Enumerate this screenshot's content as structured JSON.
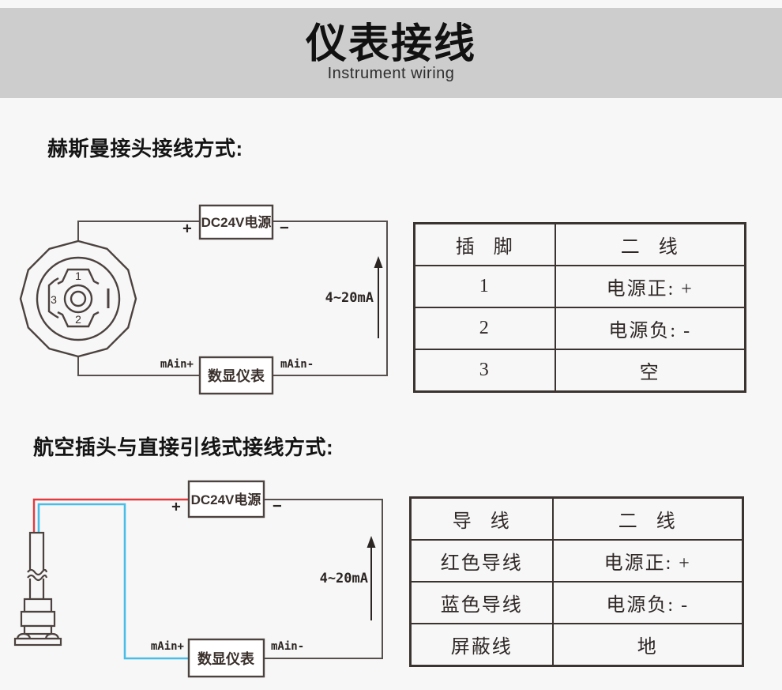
{
  "header": {
    "title": "仪表接线",
    "subtitle": "Instrument wiring"
  },
  "section1": {
    "heading": "赫斯曼接头接线方式:",
    "diagram": {
      "power": "DC24V电源",
      "plus": "+",
      "minus": "−",
      "current": "4~20mA",
      "meter": "数显仪表",
      "main_plus": "mAin+",
      "main_minus": "mAin-",
      "pin1": "1",
      "pin2": "2",
      "pin3": "3"
    },
    "table": {
      "col1": "插 脚",
      "col2": "二 线",
      "rows": [
        {
          "c1": "1",
          "c2": "电源正: +"
        },
        {
          "c1": "2",
          "c2": "电源负: -"
        },
        {
          "c1": "3",
          "c2": "空"
        }
      ]
    }
  },
  "section2": {
    "heading": "航空插头与直接引线式接线方式:",
    "diagram": {
      "power": "DC24V电源",
      "plus": "+",
      "minus": "−",
      "current": "4~20mA",
      "meter": "数显仪表",
      "main_plus": "mAin+",
      "main_minus": "mAin-"
    },
    "table": {
      "col1": "导 线",
      "col2": "二 线",
      "rows": [
        {
          "c1": "红色导线",
          "c2": "电源正: +"
        },
        {
          "c1": "蓝色导线",
          "c2": "电源负: -"
        },
        {
          "c1": "屏蔽线",
          "c2": "地"
        }
      ]
    },
    "colors": {
      "red_wire": "#e23a3f",
      "blue_wire": "#47bde8"
    }
  }
}
